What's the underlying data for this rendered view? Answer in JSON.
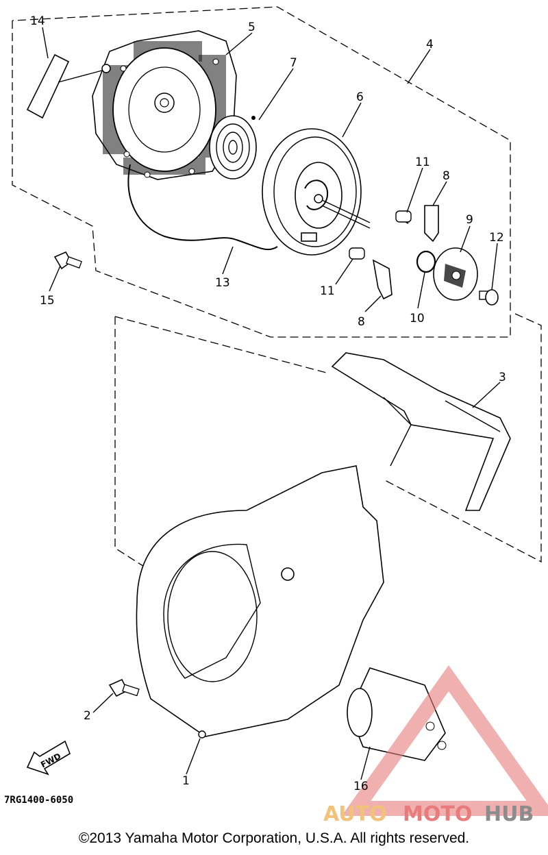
{
  "diagram_code": "7RG1400-6050",
  "copyright": "©2013 Yamaha Motor Corporation, U.S.A. All rights reserved.",
  "watermark": {
    "auto": "AUTO",
    "moto": "MOTO",
    "hub": "HUB",
    "color_auto": "#f3c27a",
    "color_moto": "#e87b7b",
    "color_hub": "#8c8c8c"
  },
  "fwd_label": "FWD",
  "callouts": {
    "p1": "1",
    "p2": "2",
    "p3": "3",
    "p4": "4",
    "p5": "5",
    "p6": "6",
    "p7": "7",
    "p8a": "8",
    "p8b": "8",
    "p9": "9",
    "p10": "10",
    "p11a": "11",
    "p11b": "11",
    "p12": "12",
    "p13": "13",
    "p14": "14",
    "p15": "15",
    "p16": "16"
  }
}
